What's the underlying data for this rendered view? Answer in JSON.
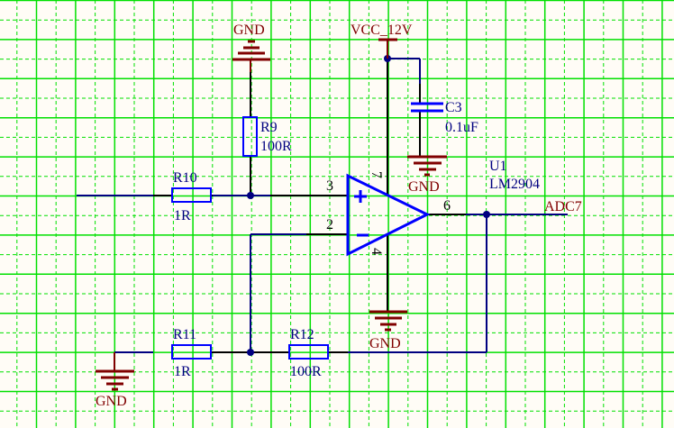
{
  "schematic": {
    "colors": {
      "background": "#fffcf6",
      "grid": "#00e000",
      "wire": "#000080",
      "pin": "#000000",
      "power": "#800000",
      "component": "#0000ff"
    },
    "power_labels": {
      "gnd_top": "GND",
      "vcc": "VCC_12V",
      "gnd_c3": "GND",
      "gnd_u1": "GND",
      "gnd_left": "GND"
    },
    "net_labels": {
      "adc": "ADC7"
    },
    "components": {
      "r9": {
        "designator": "R9",
        "value": "100R"
      },
      "r10": {
        "designator": "R10",
        "value": "1R"
      },
      "r11": {
        "designator": "R11",
        "value": "1R"
      },
      "r12": {
        "designator": "R12",
        "value": "100R"
      },
      "c3": {
        "designator": "C3",
        "value": "0.1uF"
      },
      "u1": {
        "designator": "U1",
        "value": "LM2904"
      }
    },
    "pins": {
      "u1_in_plus": "3",
      "u1_in_minus": "2",
      "u1_out": "6",
      "u1_vcc": "7",
      "u1_gnd": "4",
      "plus_sign": "+",
      "minus_sign": "−"
    }
  }
}
